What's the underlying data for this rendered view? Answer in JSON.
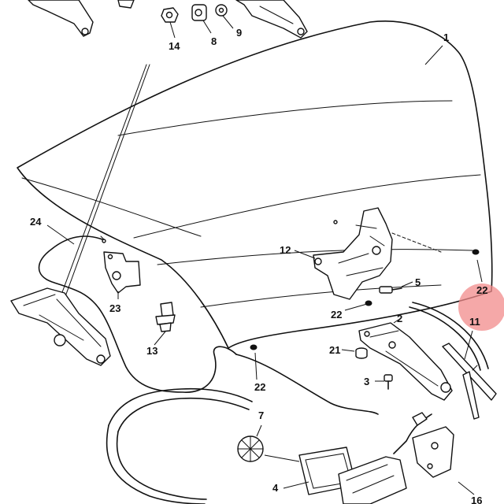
{
  "diagram": {
    "callouts": [
      {
        "id": "c1",
        "label": "1"
      },
      {
        "id": "c2",
        "label": "2"
      },
      {
        "id": "c3",
        "label": "3"
      },
      {
        "id": "c4",
        "label": "4"
      },
      {
        "id": "c5",
        "label": "5"
      },
      {
        "id": "c7",
        "label": "7"
      },
      {
        "id": "c8",
        "label": "8"
      },
      {
        "id": "c9",
        "label": "9"
      },
      {
        "id": "c11",
        "label": "11"
      },
      {
        "id": "c12",
        "label": "12"
      },
      {
        "id": "c13",
        "label": "13"
      },
      {
        "id": "c14",
        "label": "14"
      },
      {
        "id": "c16",
        "label": "16"
      },
      {
        "id": "c21",
        "label": "21"
      },
      {
        "id": "c22a",
        "label": "22"
      },
      {
        "id": "c22b",
        "label": "22"
      },
      {
        "id": "c22c",
        "label": "22"
      },
      {
        "id": "c23",
        "label": "23"
      },
      {
        "id": "c24",
        "label": "24"
      }
    ],
    "highlight_color": "#f28b8b",
    "line_color": "#111111"
  }
}
